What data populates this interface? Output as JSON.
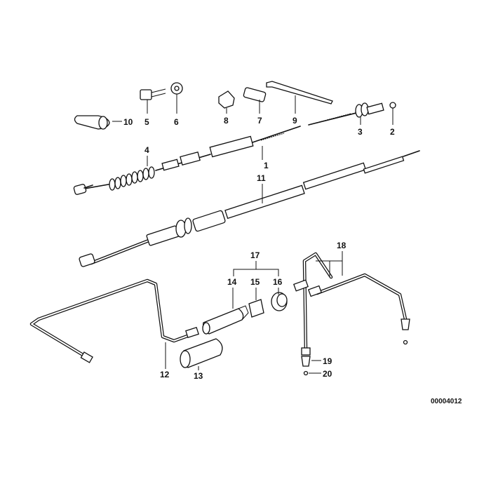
{
  "diagram": {
    "reference": "00004012",
    "labels": {
      "p1": "1",
      "p2": "2",
      "p3": "3",
      "p4": "4",
      "p5": "5",
      "p6": "6",
      "p7": "7",
      "p8": "8",
      "p9": "9",
      "p10": "10",
      "p11": "11",
      "p12": "12",
      "p13": "13",
      "p14": "14",
      "p15": "15",
      "p16": "16",
      "p17": "17",
      "p18": "18",
      "p19": "19",
      "p20": "20"
    }
  }
}
